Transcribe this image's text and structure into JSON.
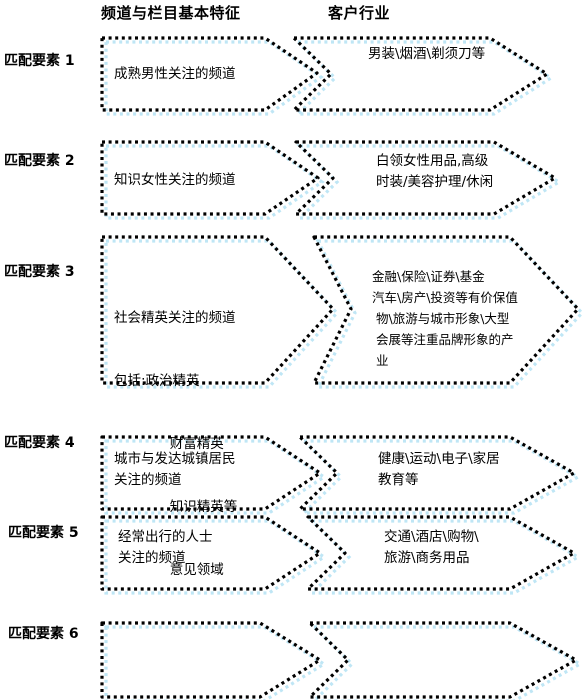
{
  "headers": {
    "left": "频道与栏目基本特征",
    "right": "客户行业"
  },
  "rows": [
    {
      "label": "匹配要素 1",
      "left_lines": [
        "成熟男性关注的频道"
      ],
      "right_lines": [
        "男装\\烟酒\\剃须刀等"
      ]
    },
    {
      "label": "匹配要素 2",
      "left_lines": [
        "知识女性关注的频道"
      ],
      "right_lines": [
        "白领女性用品,高级",
        "时装/美容护理/休闲"
      ]
    },
    {
      "label": "匹配要素 3",
      "left_lines": [
        "社会精英关注的频道",
        "包括:政治精英",
        "      财富精英",
        "      知识精英等",
        "      意见领域"
      ],
      "right_lines": [
        "金融\\保险\\证券\\基金",
        "汽车\\房产\\投资等有价保值",
        "物\\旅游与城市形象\\大型",
        "会展等注重品牌形象的产",
        "业"
      ]
    },
    {
      "label": "匹配要素 4",
      "left_lines": [
        "城市与发达城镇居民",
        "关注的频道"
      ],
      "right_lines": [
        "健康\\运动\\电子\\家居",
        "教育等"
      ]
    },
    {
      "label": "匹配要素 5",
      "left_lines": [
        "经常出行的人士",
        "关注的频道"
      ],
      "right_lines": [
        "交通\\酒店\\购物\\",
        "旅游\\商务用品"
      ]
    },
    {
      "label": "匹配要素 6",
      "left_lines": [],
      "right_lines": []
    }
  ]
}
